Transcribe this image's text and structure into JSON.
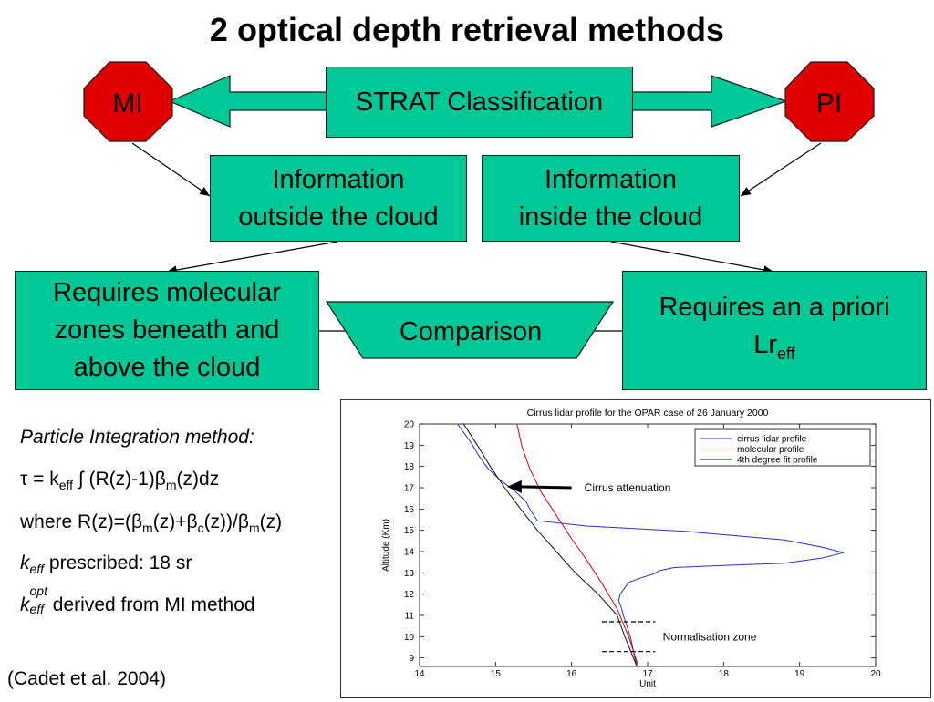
{
  "title": "2 optical depth retrieval methods",
  "diagram": {
    "mi_label": "MI",
    "pi_label": "PI",
    "strat_label": "STRAT Classification",
    "info_outside": [
      "Information",
      "outside the cloud"
    ],
    "info_inside": [
      "Information",
      "inside the cloud"
    ],
    "requires_molecular": [
      "Requires molecular",
      "zones beneath and",
      "above the cloud"
    ],
    "comparison_label": "Comparison",
    "requires_apriori_line1": "Requires an a priori",
    "requires_apriori_lr": "Lr",
    "requires_apriori_sub": "eff",
    "colors": {
      "box": "#00c897",
      "stop": "#e00000"
    }
  },
  "notes": {
    "method_title": "Particle Integration method:",
    "formula_tau": {
      "tau": "τ",
      "eq": " = k",
      "sub_eff": "eff",
      "integral": " ∫ (R(z)-1)",
      "beta": "β",
      "sub_m": "m",
      "tail": "(z)dz"
    },
    "formula_r": {
      "prefix": "where R(z)=(",
      "beta": "β",
      "sub_m": "m",
      "mid1": "(z)+",
      "sub_c": "c",
      "mid2": "(z))/",
      "tail": "(z)"
    },
    "keff_prescribed": {
      "k": "k",
      "sub": "eff",
      "text": " prescribed: 18 sr"
    },
    "keff_opt": {
      "k": "k",
      "sub": "eff",
      "sup": "opt",
      "text": " derived from MI method"
    },
    "citation": "(Cadet et al. 2004)"
  },
  "chart_data": {
    "type": "line",
    "title": "Cirrus lidar profile for the OPAR case of 26 January 2000",
    "xlabel": "Unit",
    "ylabel": "Altitude (Km)",
    "xlim": [
      14,
      20
    ],
    "ylim": [
      8.6,
      20
    ],
    "xticks": [
      14,
      15,
      16,
      17,
      18,
      19,
      20
    ],
    "yticks": [
      9,
      10,
      11,
      12,
      13,
      14,
      15,
      16,
      17,
      18,
      19,
      20
    ],
    "legend_position": "top-right",
    "series": [
      {
        "name": "cirrus lidar profile",
        "color": "#2030d0",
        "points": [
          [
            16.86,
            8.6
          ],
          [
            16.82,
            9.2
          ],
          [
            16.78,
            9.9
          ],
          [
            16.72,
            10.6
          ],
          [
            16.68,
            11.0
          ],
          [
            16.66,
            11.3
          ],
          [
            16.62,
            11.7
          ],
          [
            16.64,
            12.0
          ],
          [
            16.7,
            12.3
          ],
          [
            16.75,
            12.55
          ],
          [
            16.9,
            12.75
          ],
          [
            17.08,
            12.95
          ],
          [
            17.15,
            13.1
          ],
          [
            17.35,
            13.25
          ],
          [
            18.0,
            13.35
          ],
          [
            18.8,
            13.45
          ],
          [
            19.3,
            13.7
          ],
          [
            19.58,
            13.95
          ],
          [
            19.3,
            14.2
          ],
          [
            18.8,
            14.55
          ],
          [
            17.5,
            14.95
          ],
          [
            16.2,
            15.2
          ],
          [
            15.55,
            15.45
          ],
          [
            15.45,
            16.0
          ],
          [
            15.4,
            16.35
          ],
          [
            15.25,
            16.85
          ],
          [
            15.05,
            17.4
          ],
          [
            14.9,
            17.9
          ],
          [
            14.78,
            18.5
          ],
          [
            14.68,
            19.1
          ],
          [
            14.58,
            19.6
          ],
          [
            14.5,
            20.0
          ]
        ]
      },
      {
        "name": "molecular profile",
        "color": "#e00000",
        "points": [
          [
            16.88,
            8.6
          ],
          [
            16.75,
            10.0
          ],
          [
            16.6,
            11.3
          ],
          [
            16.4,
            12.5
          ],
          [
            16.2,
            13.6
          ],
          [
            16.0,
            14.6
          ],
          [
            15.8,
            15.7
          ],
          [
            15.6,
            16.8
          ],
          [
            15.45,
            17.9
          ],
          [
            15.35,
            18.9
          ],
          [
            15.28,
            20.0
          ]
        ]
      },
      {
        "name": "4th degree fit profile",
        "color": "#111111",
        "points": [
          [
            16.86,
            8.6
          ],
          [
            16.7,
            10.0
          ],
          [
            16.6,
            11.0
          ],
          [
            16.35,
            12.0
          ],
          [
            16.05,
            13.0
          ],
          [
            15.8,
            14.0
          ],
          [
            15.55,
            15.0
          ],
          [
            15.33,
            16.0
          ],
          [
            15.12,
            17.0
          ],
          [
            14.93,
            18.0
          ],
          [
            14.76,
            19.0
          ],
          [
            14.58,
            20.0
          ]
        ]
      }
    ],
    "annotations": [
      {
        "label": "Cirrus attenuation",
        "x": 16.0,
        "y": 17.0
      },
      {
        "label": "Normalisation zone",
        "y_range": [
          9.3,
          10.7
        ],
        "x_range": [
          16.4,
          17.1
        ]
      }
    ]
  }
}
